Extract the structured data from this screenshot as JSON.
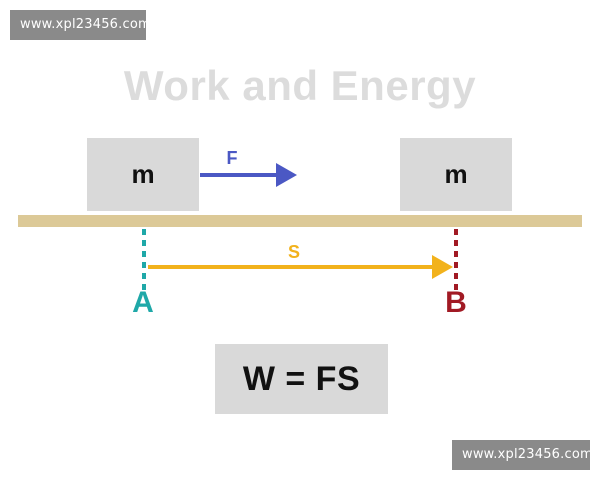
{
  "watermarks": {
    "top": "www.xpl23456.com",
    "bottom": "www.xpl23456.com"
  },
  "title": "Work and Energy",
  "blocks": {
    "left_label": "m",
    "right_label": "m"
  },
  "labels": {
    "force": "F",
    "displacement": "S",
    "start_point": "A",
    "end_point": "B"
  },
  "formula": "W = FS",
  "colors": {
    "title": "#dcdcdc",
    "block": "#d9d9d9",
    "ground": "#dcc997",
    "force_arrow": "#4b58c4",
    "displacement_arrow": "#f2b21c",
    "point_a": "#1fa8a8",
    "point_b": "#a11a24",
    "watermark_bg": "#8a8a8a"
  }
}
